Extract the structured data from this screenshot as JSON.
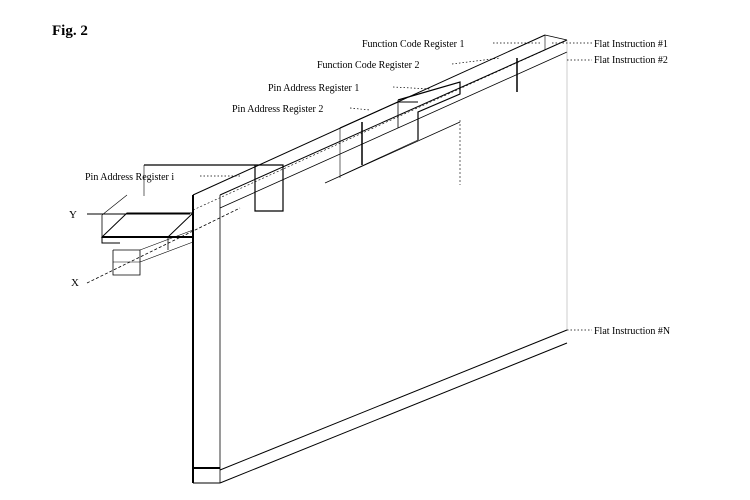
{
  "figure": {
    "title": "Fig. 2",
    "labels": {
      "function_code_register_1": "Function Code Register 1",
      "function_code_register_2": "Function Code Register 2",
      "pin_address_register_1": "Pin Address Register 1",
      "pin_address_register_2": "Pin Address Register 2",
      "pin_address_register_i": "Pin Address Register i",
      "flat_instruction_1": "Flat Instruction #1",
      "flat_instruction_2": "Flat Instruction #2",
      "flat_instruction_n": "Flat Instruction #N",
      "axis_y": "Y",
      "axis_x": "X"
    }
  }
}
